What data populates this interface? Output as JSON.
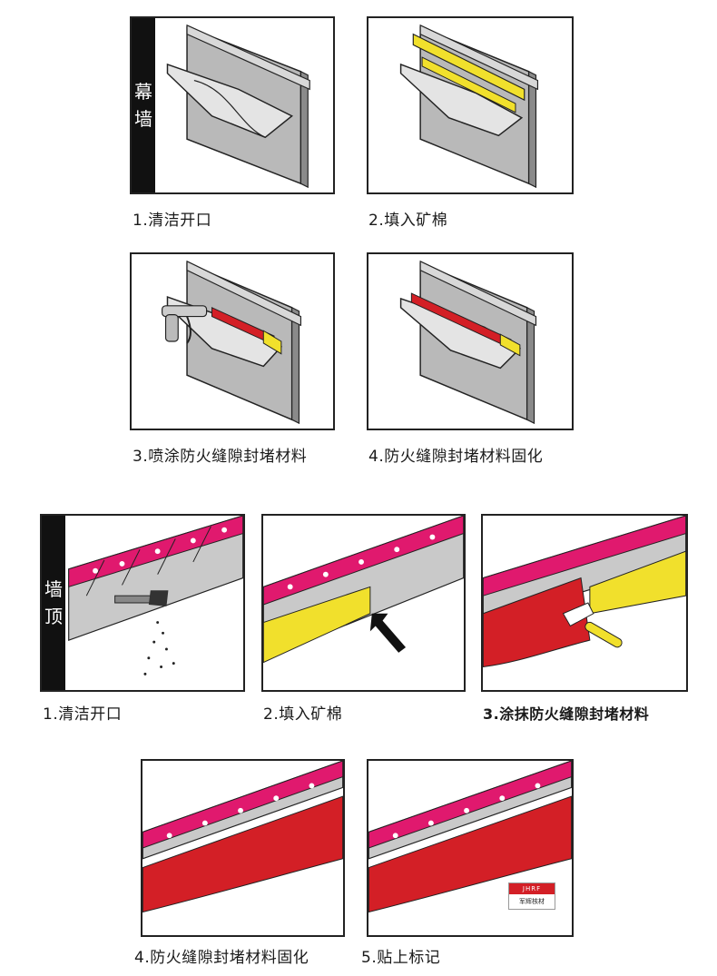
{
  "section_top": {
    "side_label_chars": [
      "幕",
      "墙"
    ],
    "steps": [
      {
        "caption": "1.清洁开口"
      },
      {
        "caption": "2.填入矿棉"
      },
      {
        "caption": "3.喷涂防火缝隙封堵材料"
      },
      {
        "caption": "4.防火缝隙封堵材料固化"
      }
    ]
  },
  "section_bottom": {
    "side_label_chars": [
      "墙",
      "顶"
    ],
    "steps": [
      {
        "caption": "1.清洁开口"
      },
      {
        "caption": "2.填入矿棉"
      },
      {
        "caption": "3.涂抹防火缝隙封堵材料"
      },
      {
        "caption": "4.防火缝隙封堵材料固化"
      },
      {
        "caption": "5.贴上标记"
      }
    ],
    "label_badge": {
      "brand": "JHRF",
      "text": "军辉核材"
    }
  },
  "colors": {
    "sealant_red": "#d31f26",
    "mineral_wool_yellow": "#f1e02c",
    "pink_fill": "#e0196e",
    "concrete_gray": "#b9b9b9",
    "frame_black": "#111111"
  }
}
